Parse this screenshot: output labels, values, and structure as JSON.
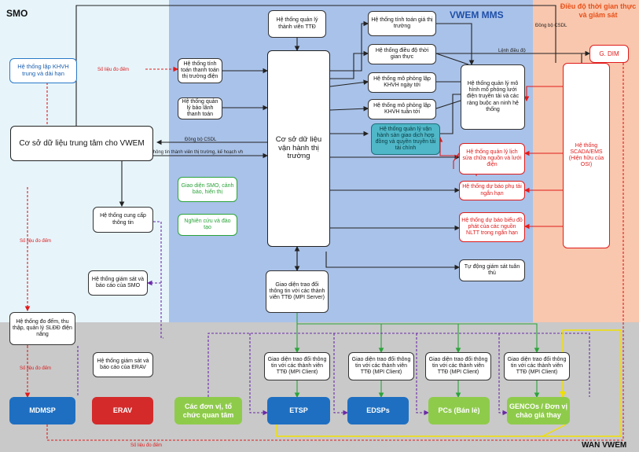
{
  "zones": {
    "smo": "SMO",
    "mms": "VWEM MMS",
    "dispatch": "Điều độ thời gian thực và giám sát",
    "wan": "WAN VWEM"
  },
  "nodes": {
    "khvh_trung_dai": "Hệ thống lập KHVH trung và dài hạn",
    "csdl_trung_tam": "Cơ sở dữ liệu trung tâm cho VWEM",
    "cung_cap_thong_tin": "Hệ thống cung cấp thông tin",
    "giam_sat_smo": "Hệ thống giám sát và báo cáo của SMO",
    "do_dem": "Hệ thống đo đếm, thu thập, quản lý SLĐĐ điện năng",
    "giam_sat_erav": "Hệ thống giám sát và báo cáo của ERAV",
    "ql_thanh_vien": "Hệ thống quản lý thành viên TTĐ",
    "tinh_toan_thanh_toan": "Hệ thống tính toán thanh toán thị trường điện",
    "bao_lanh": "Hệ thống quản lý bảo lãnh thanh toán",
    "csdl_van_hanh": "Cơ sở dữ liệu vận hành thị trường",
    "giao_dien_smo": "Giao diện SMO, cảnh báo, hiển thị",
    "nghien_cuu": "Nghiên cứu và đào tạo",
    "mpi_server": "Giao diện trao đổi thông tin với các thành viên TTĐ (MPI Server)",
    "tinh_toan_gia": "Hệ thống tính toán giá thị trường",
    "dieu_do_thoi_gian_thuc": "Hệ thống điều độ thời gian thực",
    "mo_phong_ngay_toi": "Hệ thống mô phỏng lập KHVH ngày tới",
    "mo_phong_tuan_toi": "Hệ thống mô phỏng lập KHVH tuần tới",
    "mo_hinh_luoi": "Hệ thống quản lý mô hình mô phỏng lưới điện truyền tải và các ràng buộc an ninh hệ thống",
    "hop_dong": "Hệ thống quản lý vận hành sàn giao dịch hợp đồng và quyền truyền tải tài chính",
    "lich_sua_chua": "Hệ thống quản lý lịch sửa chữa nguồn và lưới điện",
    "du_bao_phu_tai": "Hệ thống dự báo phụ tải ngắn hạn",
    "du_bao_nltt": "Hệ thống dự báo biểu đồ phát của các nguồn NLTT trong ngắn hạn",
    "tu_dong_giam_sat": "Tự động giám sát tuân thủ",
    "g_dim": "G. DIM",
    "scada": "Hệ thống SCADA/EMS (Hiện hữu của OSI)",
    "mpi_client": "Giao diện trao đổi thông tin với các thành viên TTĐ (MPI Client)",
    "mdmsp": "MDMSP",
    "erav": "ERAV",
    "don_vi_to_chuc": "Các đơn vị, tổ chức quan tâm",
    "etsp": "ETSP",
    "edsps": "EDSPs",
    "pcs": "PCs (Bán lẻ)",
    "gencos": "GENCOs / Đơn vị chào giá thay"
  },
  "edge_labels": {
    "so_lieu_do_dem": "Số liệu đo đếm",
    "dong_bo_csdl": "Đồng bộ CSDL",
    "thong_tin_thanh_vien": "thông tin thành viên thị trường, kế hoạch vh",
    "lenh_dieu_do": "Lệnh điều độ"
  },
  "colors": {
    "smo_bg": "#e7f5fb",
    "mms_bg": "#a9c2e9",
    "dispatch_bg": "#f9c7ad",
    "wan_bg": "#c9c9c9",
    "blue_node": "#1e6fc1",
    "red_node": "#d42a2a",
    "green_node": "#8fcb4b",
    "zone_title_red": "#e8501a",
    "zone_title_blue": "#1f4fa8"
  }
}
